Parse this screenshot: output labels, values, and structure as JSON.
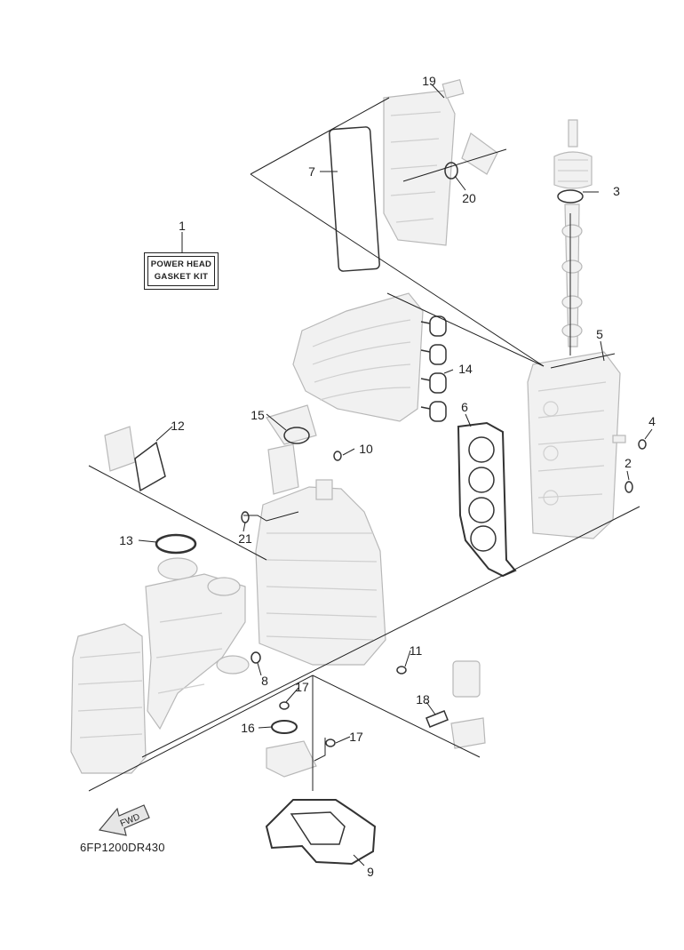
{
  "kit_label": {
    "line1": "POWER HEAD",
    "line2": "GASKET KIT"
  },
  "diagram_code": "6FP1200DR430",
  "fwd_label": "FWD",
  "callouts": [
    "1",
    "2",
    "3",
    "4",
    "5",
    "6",
    "7",
    "8",
    "9",
    "10",
    "11",
    "12",
    "13",
    "14",
    "15",
    "16",
    "17",
    "18",
    "19",
    "20",
    "21"
  ],
  "colors": {
    "line": "#222222",
    "part_fill": "#f1f1f1",
    "part_stroke": "#b8b8b8",
    "part_detail": "#cfcfcf",
    "gasket": "#333333"
  }
}
